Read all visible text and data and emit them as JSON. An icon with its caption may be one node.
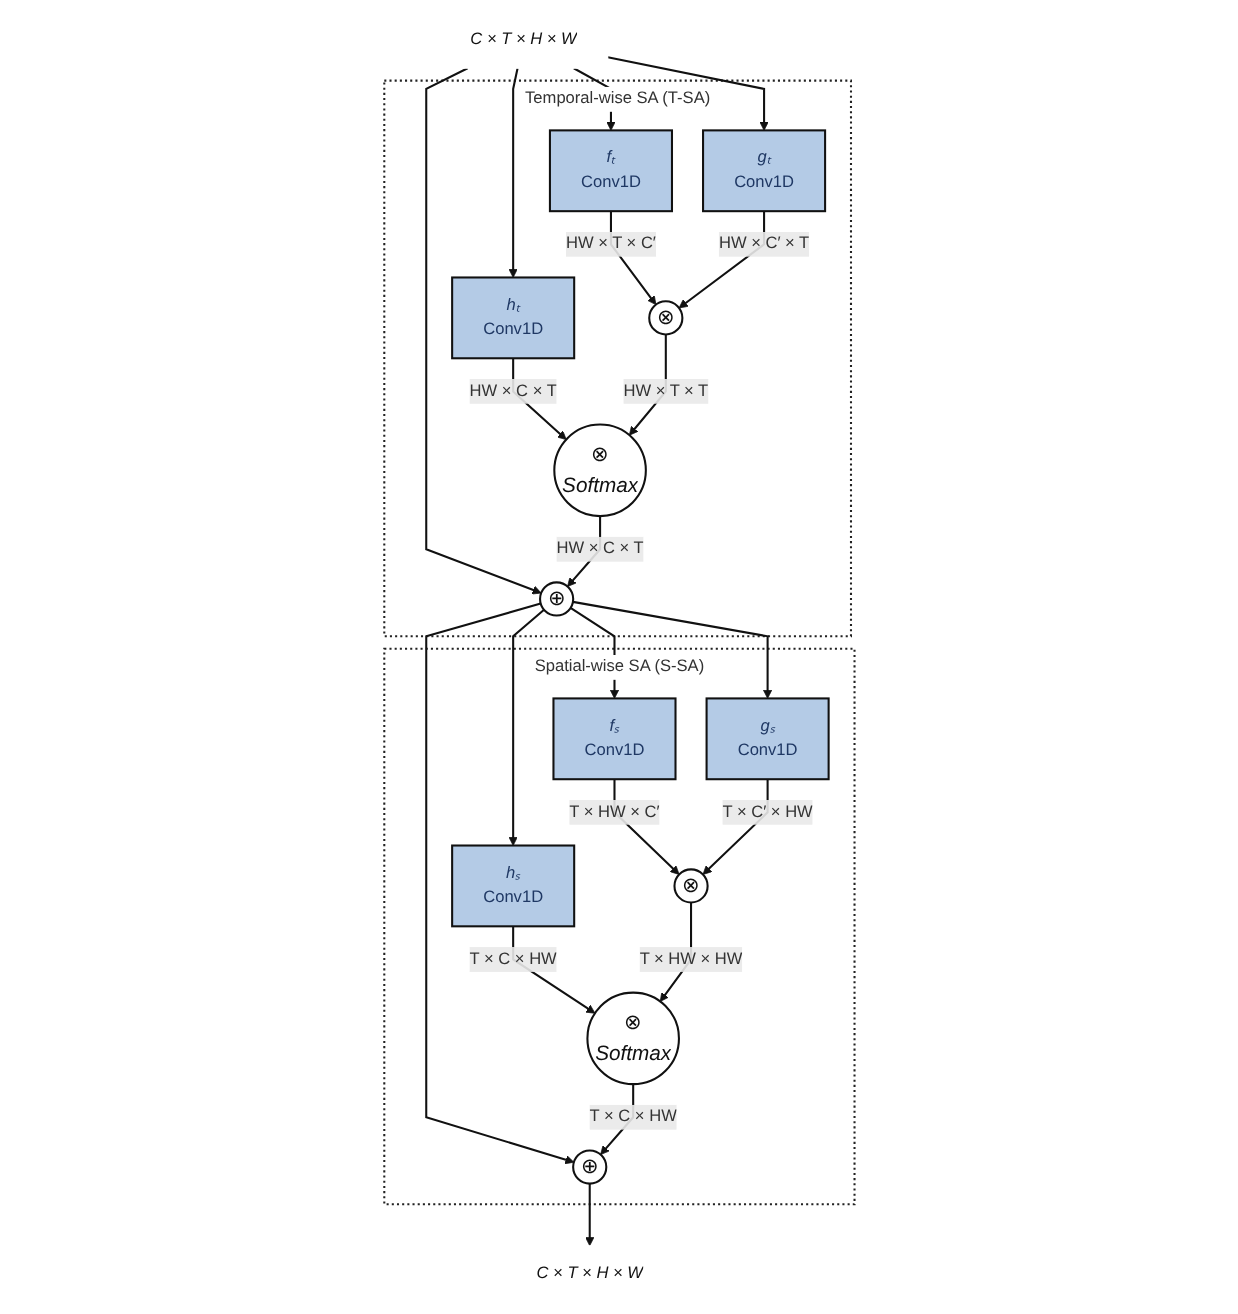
{
  "diagram": {
    "nodes": [
      {
        "text": [
          "C × T × H × W"
        ]
      },
      {
        "text": [
          "Temporal-wise SA (T-SA)"
        ]
      },
      {
        "text": [
          "hₜ",
          "Conv1D"
        ],
        "in": 1
      },
      {
        "text": [
          "fₜ",
          "Conv1D"
        ],
        "in": 1
      },
      {
        "text": [
          "gₜ",
          "Conv1D"
        ],
        "in": 1
      },
      {
        "text": [
          "⊗"
        ],
        "in": 1
      },
      {
        "text": [
          "⊗",
          "Softmax"
        ],
        "in": 1
      },
      {
        "text": [
          "⊕"
        ],
        "in": 1
      },
      {
        "text": [
          "Spatial-wise SA (S-SA)"
        ]
      },
      {
        "text": [
          "hₛ",
          "Conv1D"
        ],
        "in": 8
      },
      {
        "text": [
          "fₛ",
          "Conv1D"
        ],
        "in": 8
      },
      {
        "text": [
          "gₛ",
          "Conv1D"
        ],
        "in": 8
      },
      {
        "text": [
          "⊗"
        ],
        "in": 8
      },
      {
        "text": [
          "⊗",
          "Softmax"
        ],
        "in": 8
      },
      {
        "text": [
          "⊕"
        ],
        "in": 8
      },
      {
        "text": [
          "C × T × H × W"
        ]
      }
    ],
    "edges": [
      {
        "from": 0,
        "to": 2,
        "arrow": "to"
      },
      {
        "from": 0,
        "to": 3,
        "arrow": "to"
      },
      {
        "from": 0,
        "to": 4,
        "arrow": "to"
      },
      {
        "from": 0,
        "to": 7,
        "arrow": "to"
      },
      {
        "from": 2,
        "to": 6,
        "arrow": "to",
        "label": "HW × C × T"
      },
      {
        "from": 3,
        "to": 5,
        "arrow": "to",
        "label": "HW × T × C′"
      },
      {
        "from": 4,
        "to": 5,
        "arrow": "to",
        "label": "HW × C′ × T"
      },
      {
        "from": 5,
        "to": 6,
        "arrow": "to",
        "label": "HW × T × T"
      },
      {
        "from": 6,
        "to": 7,
        "arrow": "to",
        "label": "HW × C × T"
      },
      {
        "from": 7,
        "to": 9,
        "arrow": "to"
      },
      {
        "from": 7,
        "to": 10,
        "arrow": "to"
      },
      {
        "from": 7,
        "to": 11,
        "arrow": "to"
      },
      {
        "from": 7,
        "to": 14,
        "arrow": "to"
      },
      {
        "from": 9,
        "to": 13,
        "arrow": "to",
        "label": "T × C × HW"
      },
      {
        "from": 10,
        "to": 12,
        "arrow": "to",
        "label": "T × HW × C′"
      },
      {
        "from": 11,
        "to": 12,
        "arrow": "to",
        "label": "T × C′ × HW"
      },
      {
        "from": 12,
        "to": 13,
        "arrow": "to",
        "label": "T × HW × HW"
      },
      {
        "from": 13,
        "to": 14,
        "arrow": "to",
        "label": "T × C × HW"
      },
      {
        "from": 14,
        "to": 15,
        "arrow": "to"
      }
    ]
  }
}
